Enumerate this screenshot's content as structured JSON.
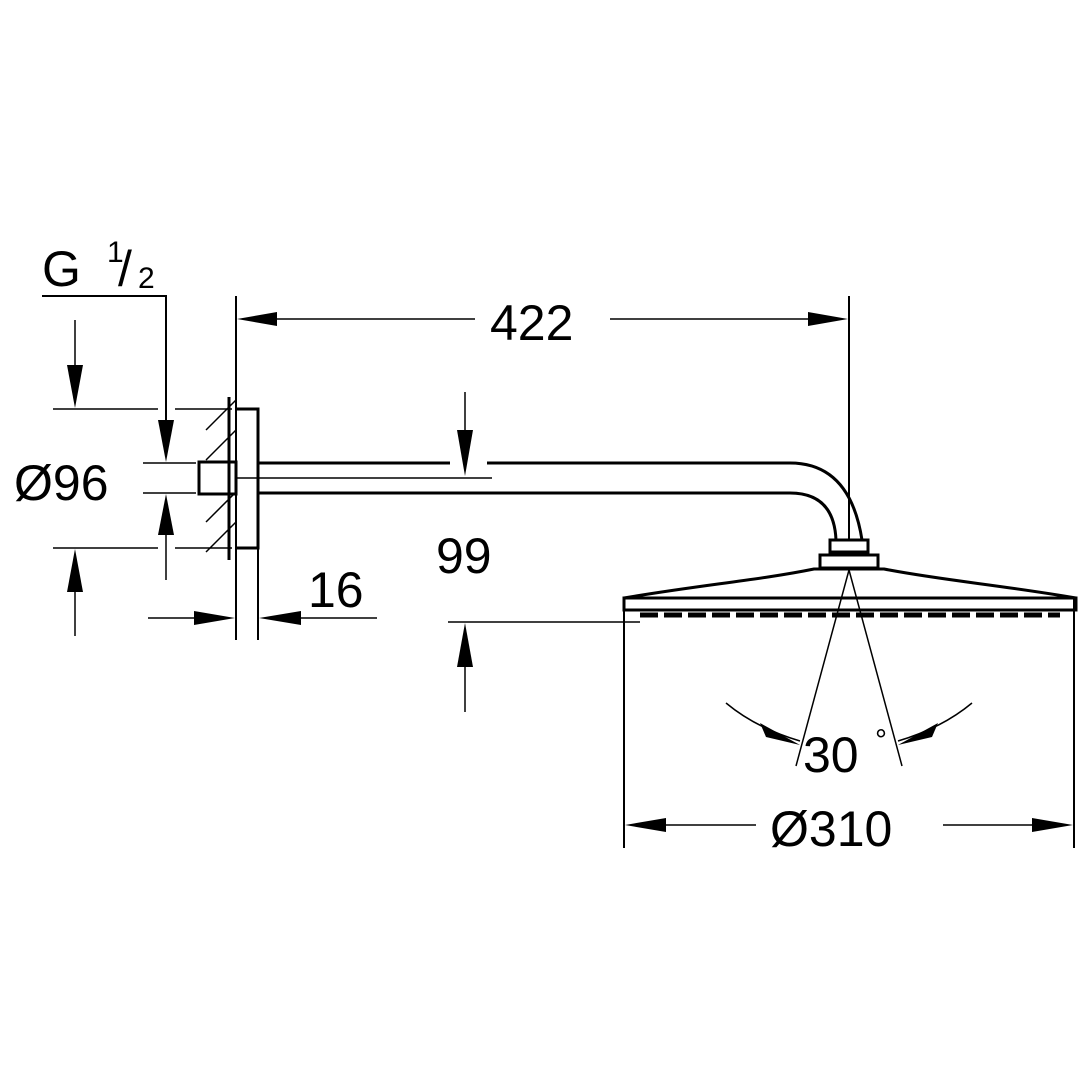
{
  "drawing": {
    "type": "technical dimension drawing",
    "subject": "overhead shower head with wall arm",
    "line_color": "#000000",
    "background_color": "#ffffff"
  },
  "dimensions": {
    "thread": {
      "prefix": "G",
      "numerator": "1",
      "slash": "/",
      "denominator": "2"
    },
    "flange_diameter": "Ø96",
    "arm_length": "422",
    "arm_drop": "99",
    "flange_depth": "16",
    "spray_angle": "30",
    "degree_symbol": "°",
    "head_diameter": "Ø310"
  }
}
